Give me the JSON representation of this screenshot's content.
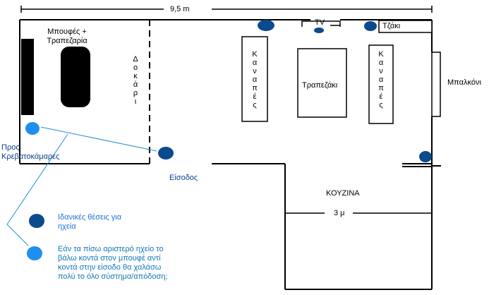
{
  "dimensions": {
    "total_width": "9,5 m",
    "kitchen_width": "3 μ"
  },
  "furniture": {
    "buffet_dining": "Μπουφές +\nΤραπεζαρία",
    "beam": "Δοκάρι",
    "sofa_left": "Καναπές",
    "sofa_right": "Καναπές",
    "coffee_table": "Τραπεζάκι",
    "tv": "TV",
    "fireplace": "Τζάκι",
    "balcony": "Μπαλκόνι"
  },
  "rooms": {
    "bedrooms": "Προς\nΚρεβατοκάμαρες",
    "entrance": "Είσοδος",
    "kitchen": "ΚΟΥΖΙΝΑ"
  },
  "legend": {
    "ideal_label": "Ιδανικές θέσεις για\nηχεία",
    "question_label": "Εάν τα πίσω αριστερό ηχείο το\nβάλω κοντά στον μπουφέ αντί\nκοντά στην είσοδο θα χαλάσω\nπολύ το όλο σύστημα/απόδοση;"
  },
  "colors": {
    "ideal_speaker": "#0b4a8c",
    "alternative_speaker": "#1e8ff0",
    "connector_line": "#1f8fd0",
    "question_text": "#0e78b8",
    "walls": "#000000"
  }
}
